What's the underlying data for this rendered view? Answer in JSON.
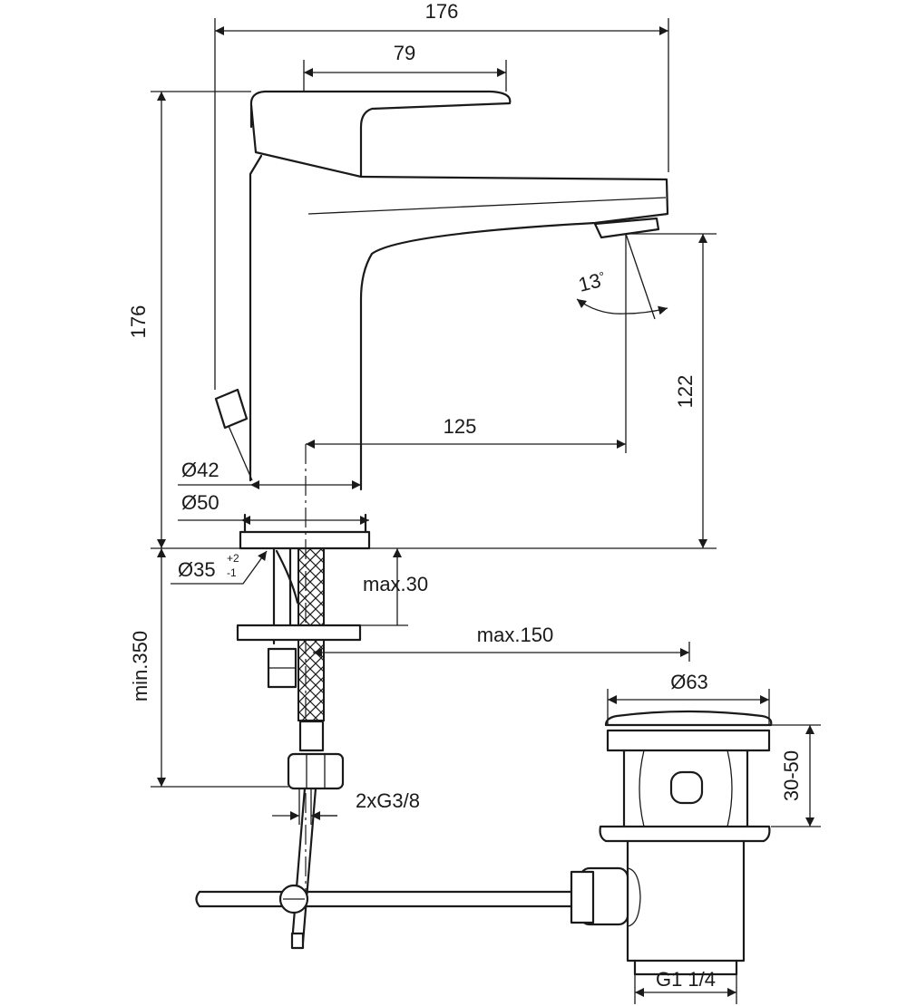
{
  "dimensions": {
    "overall_width": "176",
    "lever_length": "79",
    "overall_height": "176",
    "spout_height": "122",
    "spout_reach": "125",
    "spout_angle": "13",
    "spout_angle_unit": "°",
    "body_diameter": "Ø42",
    "base_diameter": "Ø50",
    "hole_diameter": "Ø35",
    "hole_tol_plus": "+2",
    "hole_tol_minus": "-1",
    "max_deck_thickness": "max.30",
    "max_rod_distance": "max.150",
    "min_hose_length": "min.350",
    "connection_thread": "2xG3/8",
    "waste_diameter": "Ø63",
    "waste_height": "30-50",
    "waste_thread": "G1 1/4"
  }
}
